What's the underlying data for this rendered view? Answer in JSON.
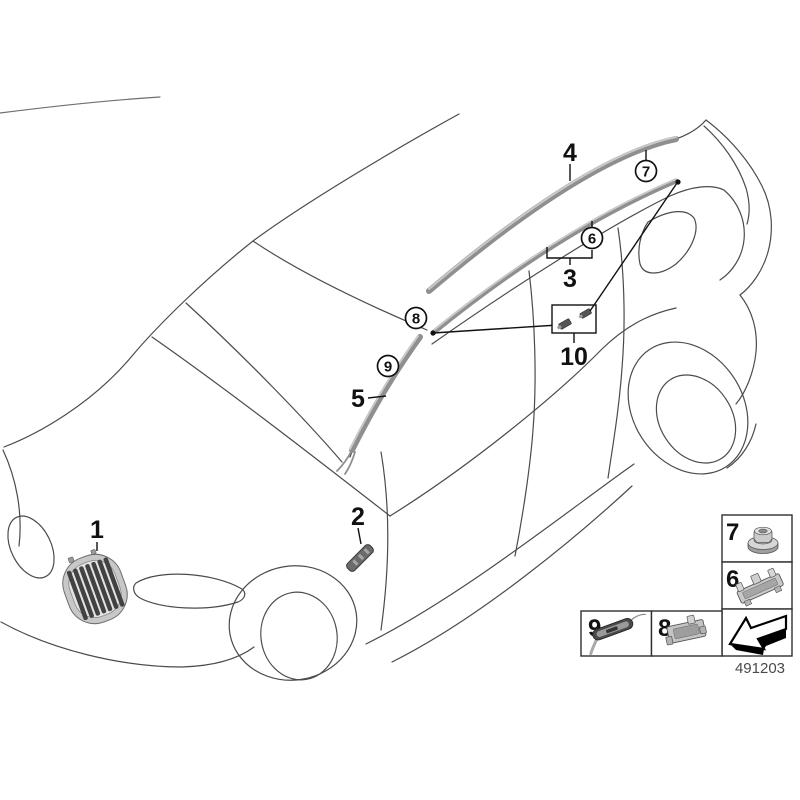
{
  "document": {
    "number": "491203"
  },
  "callouts": {
    "c1": {
      "label": "1",
      "part": "kidney-grille"
    },
    "c2": {
      "label": "2",
      "part": "fender-trim"
    },
    "c3": {
      "label": "3",
      "part": "roof-drip-molding"
    },
    "c4": {
      "label": "4",
      "part": "roof-rail"
    },
    "c5": {
      "label": "5",
      "part": "a-pillar-molding"
    },
    "c6": {
      "label": "6",
      "circled": true,
      "part": "long-mounting-clip"
    },
    "c7": {
      "label": "7",
      "circled": true,
      "part": "flanged-nut"
    },
    "c8": {
      "label": "8",
      "circled": true,
      "part": "mounting-clip"
    },
    "c9": {
      "label": "9",
      "circled": true,
      "part": "molding-end-piece"
    },
    "c10": {
      "label": "10",
      "part": "clip-set-box"
    }
  },
  "legend": {
    "items": [
      {
        "label": "7",
        "icon": "flanged-nut-icon"
      },
      {
        "label": "6",
        "icon": "long-clip-icon"
      },
      {
        "label": "9",
        "icon": "end-piece-icon"
      },
      {
        "label": "8",
        "icon": "clip-icon"
      },
      {
        "label": "",
        "icon": "direction-arrow-icon"
      }
    ]
  },
  "colors": {
    "outline": "#4b4b4b",
    "molding": "#8f8f8f",
    "molding_highlight": "#c9c9c9",
    "callout": "#111111",
    "grille_slat": "#424242"
  }
}
